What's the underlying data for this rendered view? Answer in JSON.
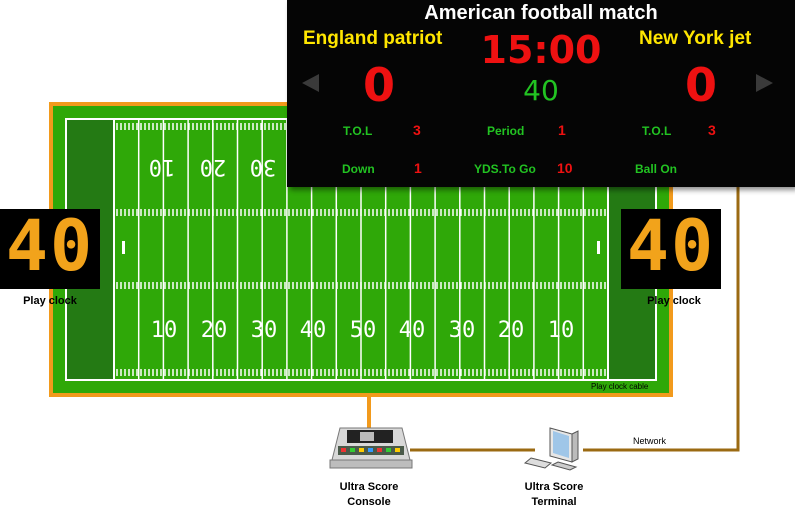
{
  "colors": {
    "field_green": "#2fa808",
    "endzone_green": "#247a14",
    "orange_cable": "#f29a1c",
    "network_cable": "#9b6a12",
    "scoreboard_bg": "#050505",
    "team_yellow": "#ffe600",
    "digit_red": "#ee1111",
    "label_green": "#22c322",
    "playclock_amber": "#f2a31b"
  },
  "scoreboard": {
    "title": "American football match",
    "home_team": "England patriot",
    "away_team": "New York jet",
    "game_clock": "15:00",
    "play_clock": "40",
    "home_score": "0",
    "away_score": "0",
    "left_arrow_icon": "triangle-left-icon",
    "right_arrow_icon": "triangle-right-icon",
    "rows": {
      "tol_home_label": "T.O.L",
      "tol_home_value": "3",
      "period_label": "Period",
      "period_value": "1",
      "tol_away_label": "T.O.L",
      "tol_away_value": "3",
      "down_label": "Down",
      "down_value": "1",
      "yds_label": "YDS.To Go",
      "yds_value": "10",
      "ball_on_label": "Ball On"
    }
  },
  "play_clocks": {
    "left_value": "40",
    "left_label": "Play clock",
    "right_value": "40",
    "right_label": "Play clock"
  },
  "field": {
    "bottom_yard_numbers": [
      "10",
      "20",
      "30",
      "40",
      "50",
      "40",
      "30",
      "20",
      "10"
    ],
    "top_yard_numbers": [
      "10",
      "20",
      "30"
    ],
    "cable_label": "Play clock cable"
  },
  "devices": {
    "console_label_line1": "Ultra Score",
    "console_label_line2": "Console",
    "terminal_label_line1": "Ultra Score",
    "terminal_label_line2": "Terminal",
    "network_label": "Network"
  }
}
